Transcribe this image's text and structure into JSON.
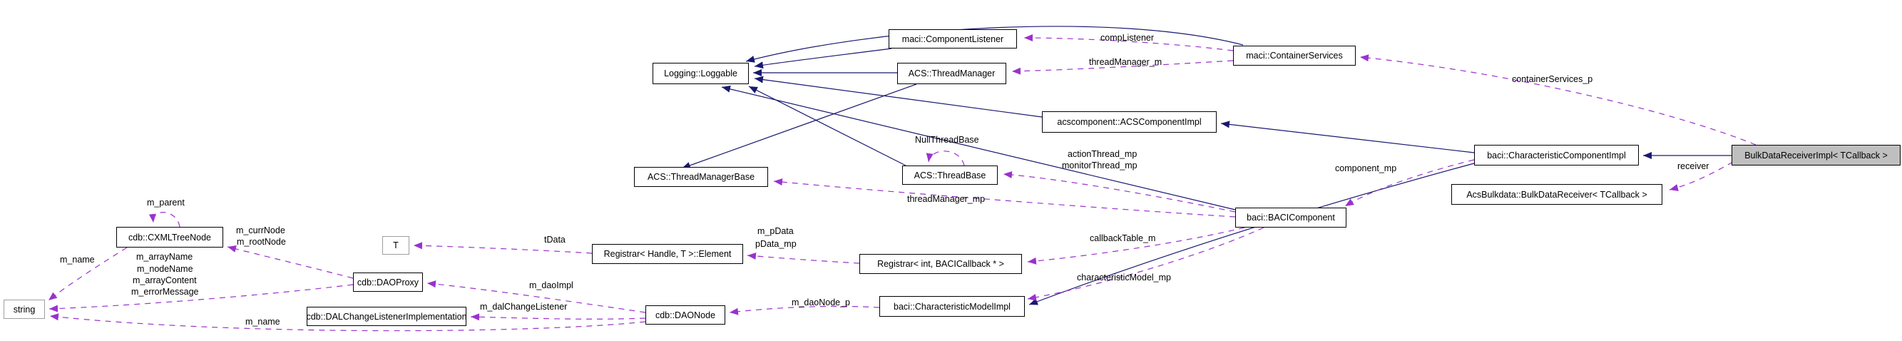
{
  "diagram": {
    "type": "uml-collaboration-graph",
    "highlighted_node": "bulk_data_receiver_impl",
    "colors": {
      "inheritance_edge": "#191970",
      "usage_edge": "#9a32cd",
      "highlight_fill": "#bfbfbf",
      "box_border": "#000000",
      "external_box_border": "#9e9e9e",
      "background": "#ffffff"
    },
    "nodes": {
      "loggable": {
        "label": "Logging::Loggable"
      },
      "component_listener": {
        "label": "maci::ComponentListener"
      },
      "thread_manager": {
        "label": "ACS::ThreadManager"
      },
      "container_services": {
        "label": "maci::ContainerServices"
      },
      "acs_component_impl": {
        "label": "acscomponent::ACSComponentImpl"
      },
      "char_component_impl": {
        "label": "baci::CharacteristicComponentImpl"
      },
      "bulk_data_receiver_impl": {
        "label": "BulkDataReceiverImpl< TCallback >"
      },
      "acs_bulkdata_receiver": {
        "label": "AcsBulkdata::BulkDataReceiver< TCallback >"
      },
      "thread_manager_base": {
        "label": "ACS::ThreadManagerBase"
      },
      "thread_base": {
        "label": "ACS::ThreadBase"
      },
      "baci_component": {
        "label": "baci::BACIComponent"
      },
      "cxml_tree_node": {
        "label": "cdb::CXMLTreeNode"
      },
      "t_param": {
        "label": "T"
      },
      "registrar_element": {
        "label": "Registrar< Handle, T >::Element"
      },
      "registrar_int": {
        "label": "Registrar< int, BACICallback * >"
      },
      "dao_proxy": {
        "label": "cdb::DAOProxy"
      },
      "string": {
        "label": "string"
      },
      "dal_change_listener_impl": {
        "label": "cdb::DALChangeListenerImplementation"
      },
      "dao_node": {
        "label": "cdb::DAONode"
      },
      "char_model_impl": {
        "label": "baci::CharacteristicModelImpl"
      }
    },
    "edge_labels": {
      "comp_listener": "compListener",
      "thread_manager_m": "threadManager_m",
      "container_services_p": "containerServices_p",
      "receiver": "receiver",
      "component_mp": "component_mp",
      "null_thread_base": "NullThreadBase",
      "action_thread_mp": "actionThread_mp",
      "monitor_thread_mp": "monitorThread_mp",
      "thread_manager_mp": "threadManager_mp",
      "callback_table_m": "callbackTable_m",
      "characteristic_model_mp": "characteristicModel_mp",
      "m_p_data": "m_pData",
      "p_data_mp": "pData_mp",
      "t_data": "tData",
      "m_parent": "m_parent",
      "m_curr_node": "m_currNode",
      "m_root_node": "m_rootNode",
      "m_name_tree": "m_name",
      "m_array_name": "m_arrayName",
      "m_node_name": "m_nodeName",
      "m_array_content": "m_arrayContent",
      "m_error_message": "m_errorMessage",
      "m_dao_impl": "m_daoImpl",
      "m_dal_change_listener": "m_dalChangeListener",
      "m_dao_node_p": "m_daoNode_p",
      "m_name_dao": "m_name"
    },
    "edges": [
      {
        "from": "component_listener",
        "to": "loggable",
        "kind": "inheritance"
      },
      {
        "from": "thread_manager",
        "to": "loggable",
        "kind": "inheritance"
      },
      {
        "from": "container_services",
        "to": "loggable",
        "kind": "inheritance"
      },
      {
        "from": "acs_component_impl",
        "to": "loggable",
        "kind": "inheritance"
      },
      {
        "from": "thread_base",
        "to": "loggable",
        "kind": "inheritance"
      },
      {
        "from": "baci_component",
        "to": "loggable",
        "kind": "inheritance"
      },
      {
        "from": "thread_manager",
        "to": "thread_manager_base",
        "kind": "inheritance"
      },
      {
        "from": "char_component_impl",
        "to": "acs_component_impl",
        "kind": "inheritance"
      },
      {
        "from": "bulk_data_receiver_impl",
        "to": "char_component_impl",
        "kind": "inheritance"
      },
      {
        "from": "char_component_impl",
        "to": "char_model_impl",
        "kind": "inheritance"
      },
      {
        "from": "container_services",
        "to": "component_listener",
        "kind": "usage",
        "labels": [
          "compListener"
        ]
      },
      {
        "from": "container_services",
        "to": "thread_manager",
        "kind": "usage",
        "labels": [
          "threadManager_m"
        ]
      },
      {
        "from": "bulk_data_receiver_impl",
        "to": "container_services",
        "kind": "usage",
        "labels": [
          "containerServices_p"
        ]
      },
      {
        "from": "bulk_data_receiver_impl",
        "to": "acs_bulkdata_receiver",
        "kind": "usage",
        "labels": [
          "receiver"
        ]
      },
      {
        "from": "char_component_impl",
        "to": "baci_component",
        "kind": "usage",
        "labels": [
          "component_mp"
        ]
      },
      {
        "from": "thread_base",
        "to": "thread_base",
        "kind": "usage",
        "labels": [
          "NullThreadBase"
        ]
      },
      {
        "from": "baci_component",
        "to": "thread_base",
        "kind": "usage",
        "labels": [
          "actionThread_mp",
          "monitorThread_mp"
        ]
      },
      {
        "from": "baci_component",
        "to": "thread_manager_base",
        "kind": "usage",
        "labels": [
          "threadManager_mp"
        ]
      },
      {
        "from": "baci_component",
        "to": "registrar_int",
        "kind": "usage",
        "labels": [
          "callbackTable_m"
        ]
      },
      {
        "from": "baci_component",
        "to": "char_model_impl",
        "kind": "usage",
        "labels": [
          "characteristicModel_mp"
        ]
      },
      {
        "from": "registrar_int",
        "to": "registrar_element",
        "kind": "usage",
        "labels": [
          "m_pData",
          "pData_mp"
        ]
      },
      {
        "from": "registrar_element",
        "to": "t_param",
        "kind": "usage",
        "labels": [
          "tData"
        ]
      },
      {
        "from": "dao_node",
        "to": "dao_proxy",
        "kind": "usage",
        "labels": [
          "m_daoImpl"
        ]
      },
      {
        "from": "dao_node",
        "to": "dal_change_listener_impl",
        "kind": "usage",
        "labels": [
          "m_dalChangeListener"
        ]
      },
      {
        "from": "char_model_impl",
        "to": "dao_node",
        "kind": "usage",
        "labels": [
          "m_daoNode_p"
        ]
      },
      {
        "from": "dao_proxy",
        "to": "cxml_tree_node",
        "kind": "usage",
        "labels": [
          "m_currNode",
          "m_rootNode"
        ]
      },
      {
        "from": "cxml_tree_node",
        "to": "cxml_tree_node",
        "kind": "usage",
        "labels": [
          "m_parent"
        ]
      },
      {
        "from": "cxml_tree_node",
        "to": "string",
        "kind": "usage",
        "labels": [
          "m_name"
        ]
      },
      {
        "from": "dao_proxy",
        "to": "string",
        "kind": "usage",
        "labels": [
          "m_arrayName",
          "m_nodeName",
          "m_arrayContent",
          "m_errorMessage"
        ]
      },
      {
        "from": "dao_node",
        "to": "string",
        "kind": "usage",
        "labels": [
          "m_name"
        ]
      }
    ]
  }
}
